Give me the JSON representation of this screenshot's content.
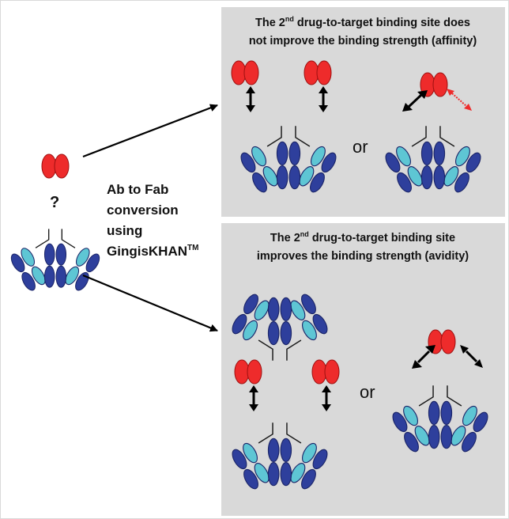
{
  "left": {
    "question_mark": "?",
    "conversion_lines": [
      "Ab to Fab",
      "conversion",
      "using",
      "GingisKHAN"
    ],
    "trademark": "TM"
  },
  "top_panel": {
    "title_line1": {
      "prefix": "The 2",
      "superscript": "nd",
      "suffix": " drug-to-target binding site does"
    },
    "title_line2": "not improve the binding strength (affinity)",
    "or_label": "or"
  },
  "bottom_panel": {
    "title_line1": {
      "prefix": "The 2",
      "superscript": "nd",
      "suffix": " drug-to-target binding site"
    },
    "title_line2": "improves the binding strength (avidity)",
    "or_label": "or"
  },
  "colors": {
    "antibody_dark": "#2e3f9c",
    "antibody_light": "#5ec6d4",
    "target": "#ee2b2b",
    "panel_background": "#d9d9d9"
  }
}
